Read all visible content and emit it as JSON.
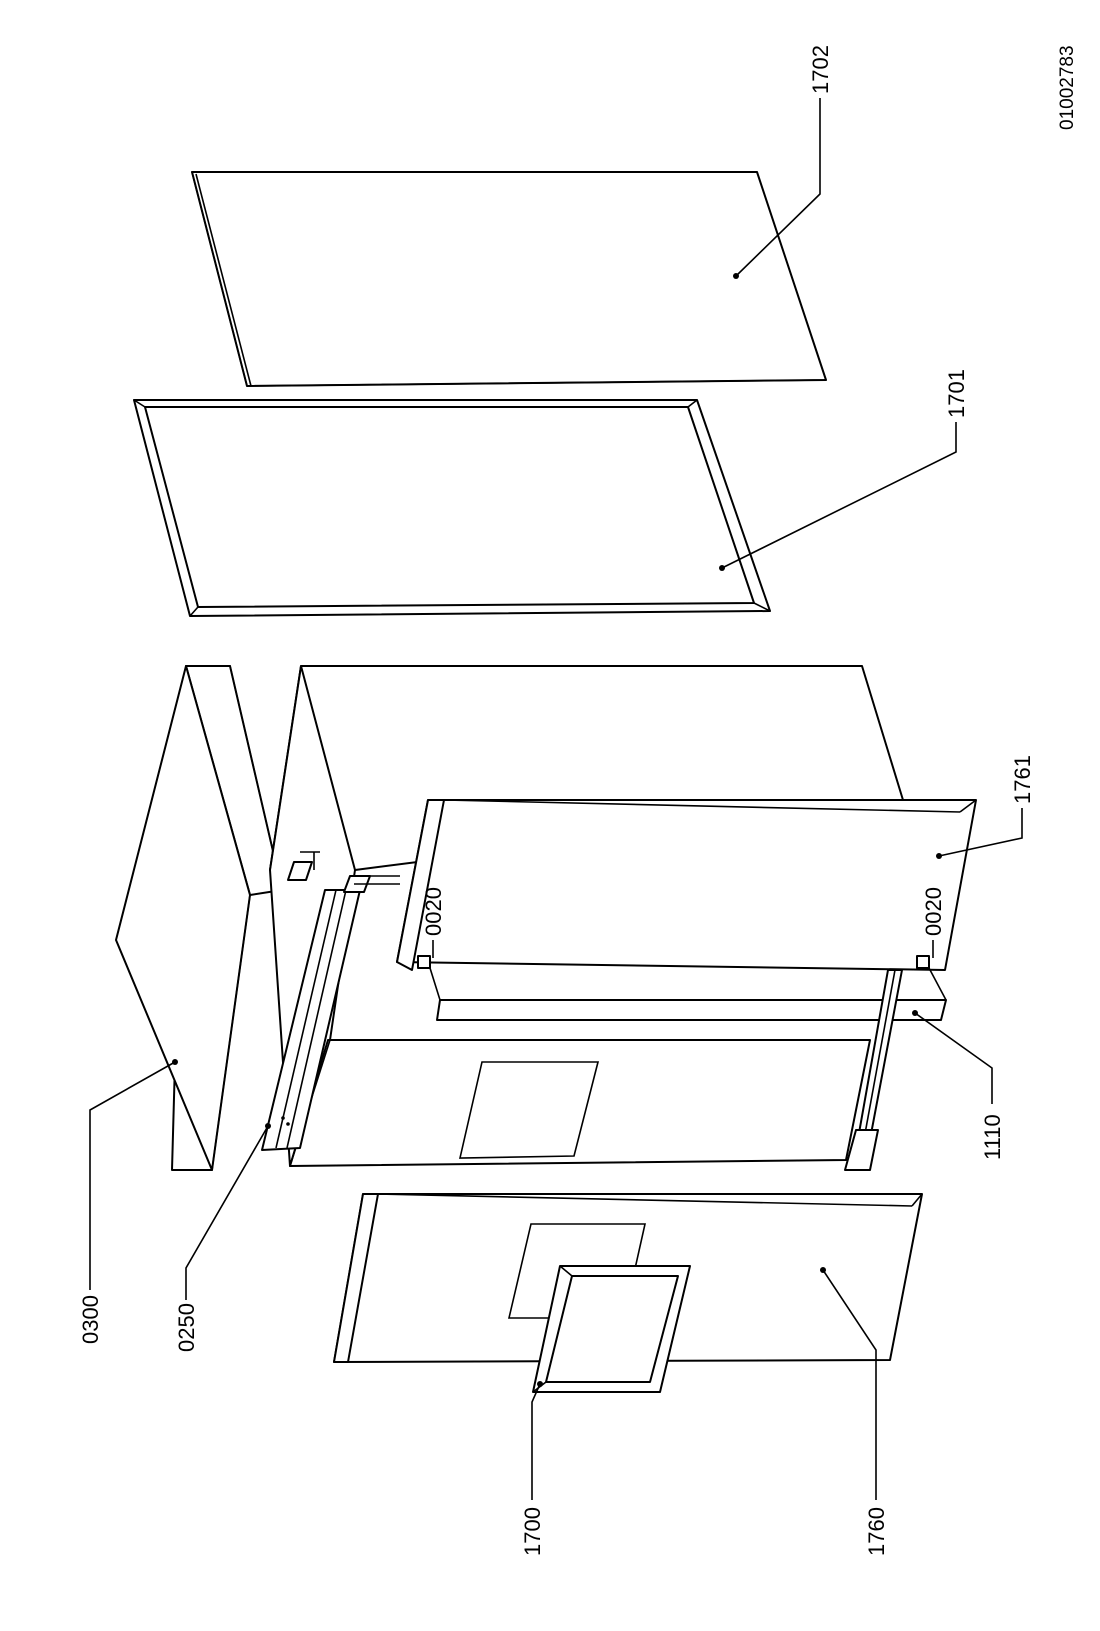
{
  "document_ref": "01002783",
  "callouts": {
    "c0300": "0300",
    "c0250": "0250",
    "c1700": "1700",
    "c1760": "1760",
    "c1110": "1110",
    "c0020_a": "0020",
    "c0020_b": "0020",
    "c1761": "1761",
    "c1701": "1701",
    "c1702": "1702"
  }
}
